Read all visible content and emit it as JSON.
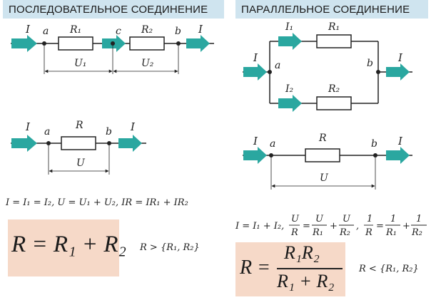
{
  "headers": {
    "series": "ПОСЛЕДОВАТЕЛЬНОЕ СОЕДИНЕНИЕ",
    "parallel": "ПАРАЛЛЕЛЬНОЕ СОЕДИНЕНИЕ"
  },
  "labels": {
    "I": "I",
    "a": "a",
    "b": "b",
    "c": "c",
    "R1": "R₁",
    "R2": "R₂",
    "R": "R",
    "U1": "U₁",
    "U2": "U₂",
    "U": "U",
    "I1": "I₁",
    "I2": "I₂"
  },
  "series": {
    "equalities": "I = I₁ = I₂,    U = U₁ + U₂,    IR = IR₁ + IR₂",
    "formula": "R = R₁ + R₂",
    "comparison": "R > {R₁, R₂}"
  },
  "parallel": {
    "equalities": "I = I₁ + I₂,",
    "frac_U_over_R": {
      "num": "U",
      "den": "R"
    },
    "frac_U_over_R1": {
      "num": "U",
      "den": "R₁"
    },
    "frac_U_over_R2": {
      "num": "U",
      "den": "R₂"
    },
    "frac_1_over_R": {
      "num": "1",
      "den": "R"
    },
    "frac_1_over_R1": {
      "num": "1",
      "den": "R₁"
    },
    "frac_1_over_R2": {
      "num": "1",
      "den": "R₂"
    },
    "formula_lhs": "R =",
    "formula_num": "R₁R₂",
    "formula_den": "R₁ + R₂",
    "comparison": "R < {R₁, R₂}"
  },
  "colors": {
    "arrow": "#2aa7a0",
    "header": "#cfe4ef",
    "formula_box": "#f6d9c8"
  }
}
